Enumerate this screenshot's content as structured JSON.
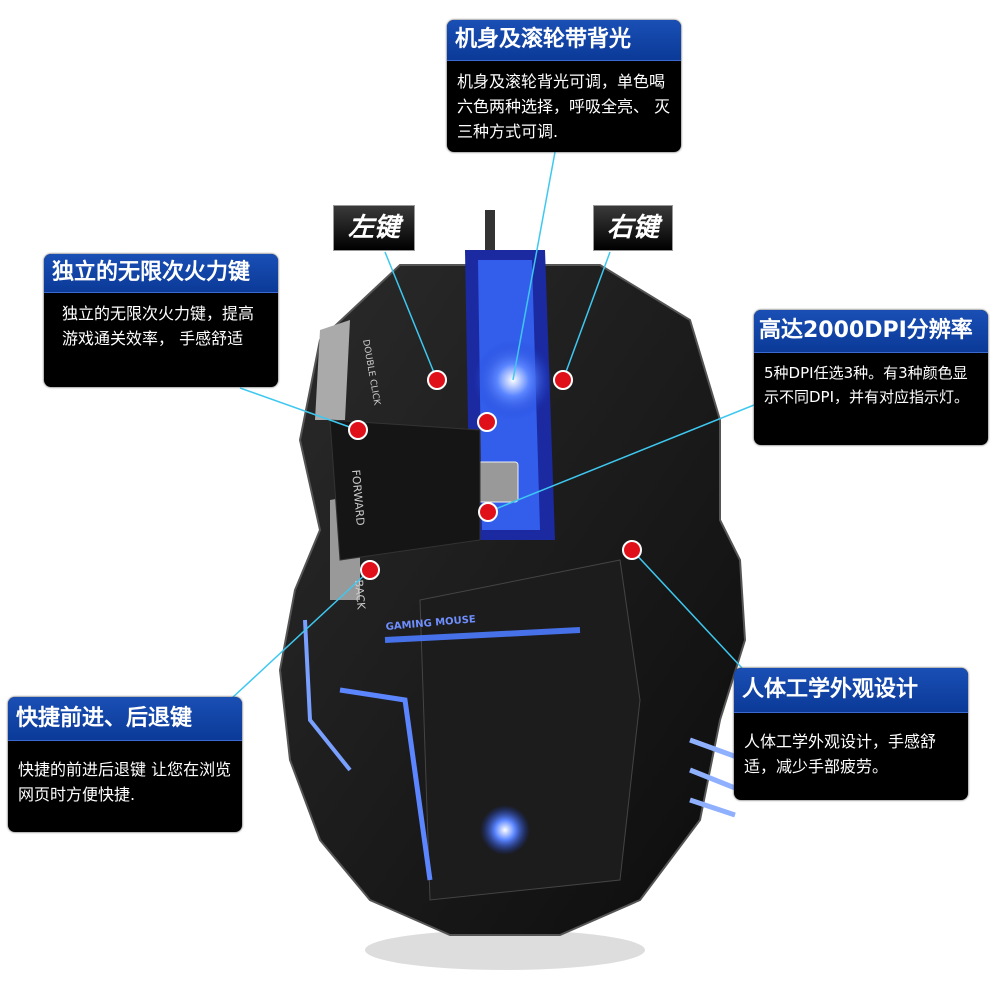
{
  "callouts": {
    "backlight": {
      "title": "机身及滚轮带背光",
      "body": "机身及滚轮背光可调，单色喝六色两种选择，呼吸全亮、 灭三种方式可调."
    },
    "fire_key": {
      "title": "独立的无限次火力键",
      "body": "独立的无限次火力键，提高游戏通关效率， 手感舒适"
    },
    "dpi": {
      "title": "高达2000DPI分辨率",
      "body": "5种DPI任选3种。有3种颜色显示不同DPI，并有对应指示灯。"
    },
    "forward_back": {
      "title": "快捷前进、后退键",
      "body": "快捷的前进后退键 让您在浏览网页时方便快捷."
    },
    "ergonomic": {
      "title": "人体工学外观设计",
      "body": "人体工学外观设计，手感舒适，减少手部疲劳。"
    }
  },
  "keys": {
    "left": "左键",
    "right": "右键"
  },
  "mouse_labels": {
    "double_click": "DOUBLE CLICK",
    "forward": "FORWARD",
    "back": "BACK",
    "gaming_mouse": "GAMING MOUSE"
  },
  "colors": {
    "header_blue": "#0b3a98",
    "glow_blue": "#3a6cff",
    "dot_red": "#e0101a",
    "line_cyan": "#3ec8f0"
  }
}
